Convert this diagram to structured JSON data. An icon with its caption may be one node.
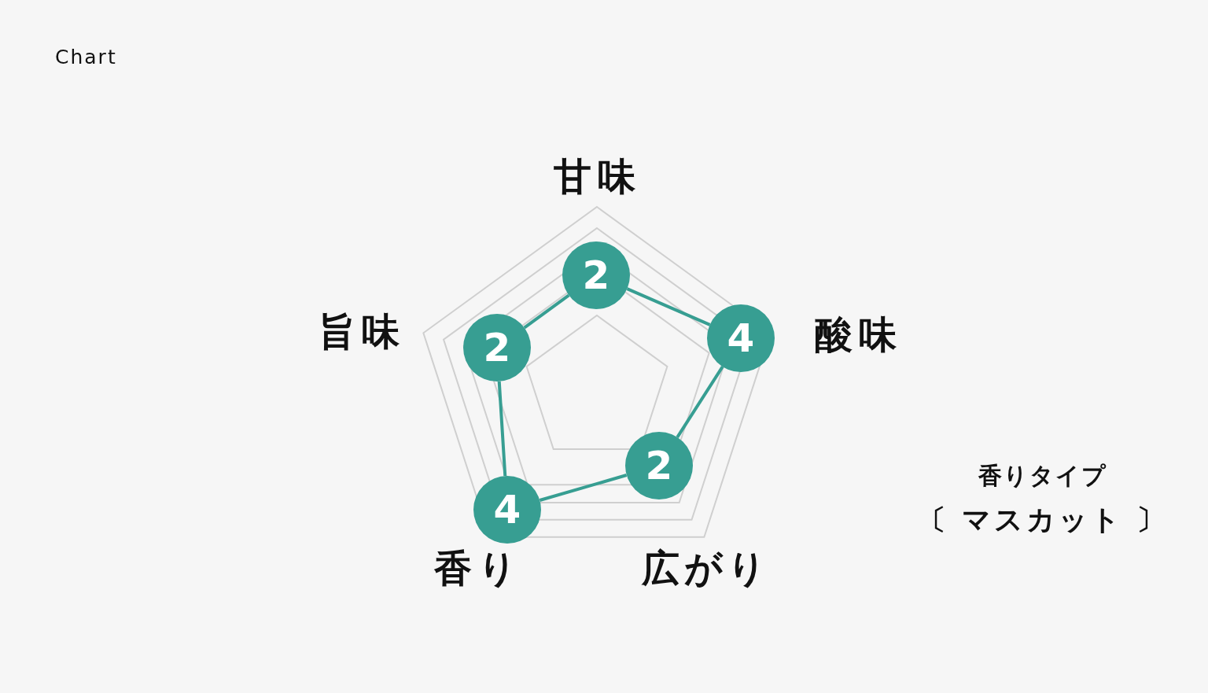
{
  "diagram": {
    "title": "Chart",
    "nodes": [
      {
        "text": [
          "2"
        ]
      },
      {
        "text": [
          "4"
        ]
      },
      {
        "text": [
          "2"
        ]
      },
      {
        "text": [
          "4"
        ]
      },
      {
        "text": [
          "2"
        ]
      }
    ],
    "edges": [
      {
        "from": 0,
        "to": 1,
        "arrow": "none"
      },
      {
        "from": 1,
        "to": 2,
        "arrow": "none"
      },
      {
        "from": 2,
        "to": 3,
        "arrow": "none"
      },
      {
        "from": 3,
        "to": 4,
        "arrow": "none"
      },
      {
        "from": 4,
        "to": 0,
        "arrow": "none"
      }
    ],
    "labels": [
      "甘味",
      "旨味",
      "酸味",
      "香り",
      "広がり",
      "香りタイプ",
      "〔 マスカット 〕"
    ]
  }
}
